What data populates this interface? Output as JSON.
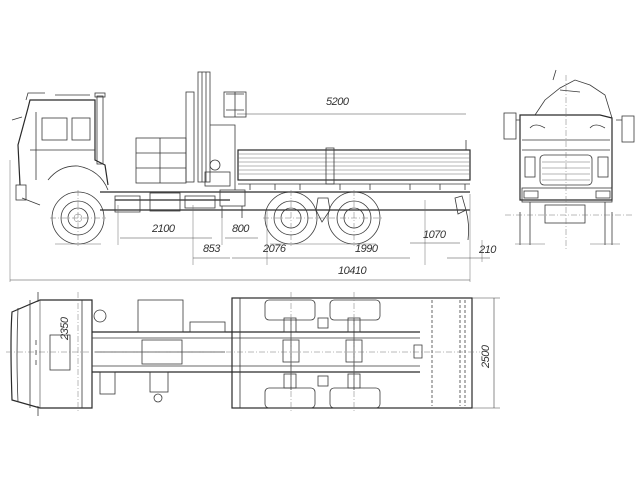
{
  "drawing": {
    "subject": "Truck chassis with loader crane and flatbed - general arrangement drawing",
    "views": [
      "side-view",
      "front-view",
      "top-view"
    ],
    "line_color": "#3a3a3a",
    "background": "#ffffff"
  },
  "side_view": {
    "dimensions": {
      "body_length": "5200",
      "crane_zone": "2100",
      "gap_800": "800",
      "gap_853": "853",
      "wheelbase_front": "2076",
      "axle_spacing": "1990",
      "rear_overhang": "1070",
      "hitch_offset": "210",
      "overall_length": "10410"
    }
  },
  "top_view": {
    "dimensions": {
      "cab_width": "2350",
      "body_width": "2500"
    }
  }
}
